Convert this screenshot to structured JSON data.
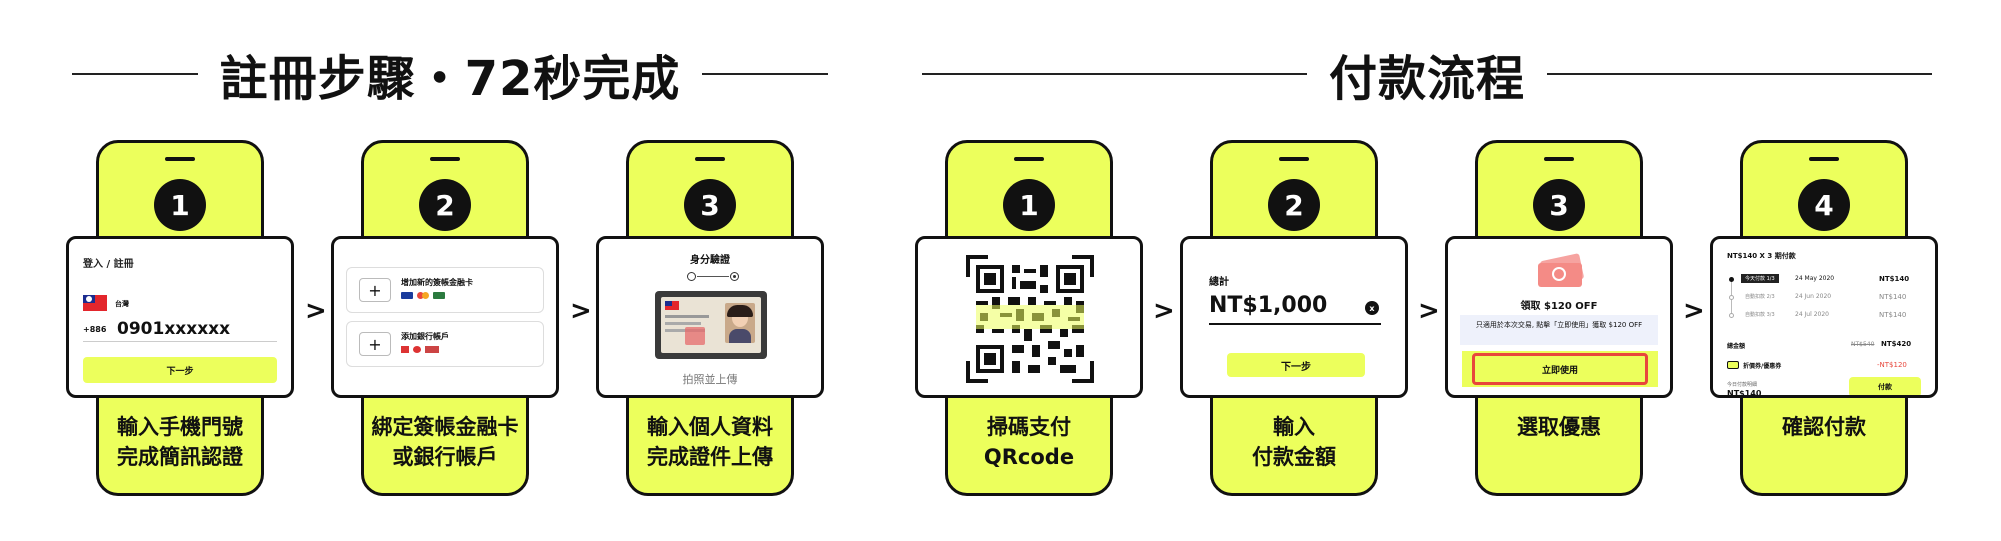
{
  "titles": {
    "register": "註冊步驟・72秒完成",
    "payment": "付款流程"
  },
  "separator": ">",
  "register_steps": [
    {
      "number": "1",
      "caption_line1": "輸入手機門號",
      "caption_line2": "完成簡訊認證",
      "screen": {
        "title": "登入 / 註冊",
        "country": "台灣",
        "country_code": "+886",
        "phone_value": "0901xxxxxx",
        "button": "下一步"
      }
    },
    {
      "number": "2",
      "caption_line1": "綁定簽帳金融卡",
      "caption_line2": "或銀行帳戶",
      "screen": {
        "card_label": "增加新的簽帳金融卡",
        "bank_label": "添加銀行帳戶",
        "plus": "+"
      }
    },
    {
      "number": "3",
      "caption_line1": "輸入個人資料",
      "caption_line2": "完成證件上傳",
      "screen": {
        "title": "身分驗證",
        "upload_label": "拍照並上傳"
      }
    }
  ],
  "payment_steps": [
    {
      "number": "1",
      "caption_line1": "掃碼支付",
      "caption_line2": "QRcode"
    },
    {
      "number": "2",
      "caption_line1": "輸入",
      "caption_line2": "付款金額",
      "screen": {
        "label": "總計",
        "amount": "NT$1,000",
        "clear": "x",
        "button": "下一步"
      }
    },
    {
      "number": "3",
      "caption_line1": "選取優惠",
      "screen": {
        "offer_title": "領取 $120 OFF",
        "offer_desc": "只適用於本次交易, 點擊「立即使用」獲取 $120 OFF",
        "button": "立即使用"
      }
    },
    {
      "number": "4",
      "caption_line1": "確認付款",
      "screen": {
        "plan_title": "NT$140 X 3 期付款",
        "installments": [
          {
            "label": "今天付款 1/3",
            "date": "24 May 2020",
            "amount": "NT$140"
          },
          {
            "label": "自動扣款 2/3",
            "date": "24 Jun 2020",
            "amount": "NT$140"
          },
          {
            "label": "自動扣款 3/3",
            "date": "24 Jul 2020",
            "amount": "NT$140"
          }
        ],
        "total_label": "總金額",
        "total_old": "NT$540",
        "total_new": "NT$420",
        "coupon_label": "折價券/優惠券",
        "coupon_value": "-NT$120",
        "pay_today_label": "今日付款明細",
        "pay_today_value": "NT$140",
        "button": "付款"
      }
    }
  ],
  "colors": {
    "accent": "#ecff5c",
    "dark": "#111111",
    "red": "#e8473c",
    "pink": "#f6a3a0"
  }
}
